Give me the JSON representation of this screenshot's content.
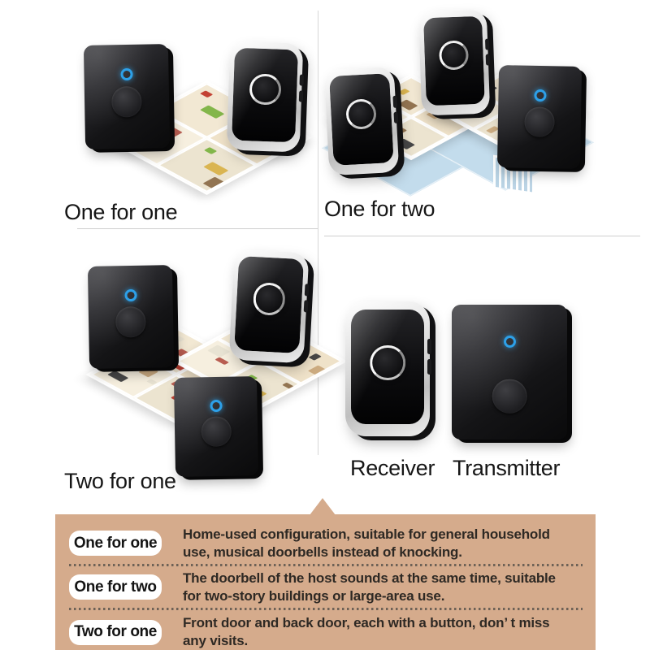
{
  "quadrants": {
    "one_for_one_label": "One for one",
    "one_for_two_label": "One for two",
    "two_for_one_label": "Two for one"
  },
  "devices": {
    "receiver_label": "Receiver",
    "transmitter_label": "Transmitter"
  },
  "info": {
    "rows": [
      {
        "tag": "One for one",
        "text": "Home-used configuration, suitable for general household use, musical doorbells instead of knocking."
      },
      {
        "tag": "One for two",
        "text": "The doorbell of the host sounds at the same time, suitable for two-story buildings or large-area use."
      },
      {
        "tag": "Two for one",
        "text": "Front door and back door, each with a button, don’ t miss any visits."
      }
    ]
  },
  "colors": {
    "callout_tan": "#d5ab8c",
    "led_blue": "#2da0e8",
    "platform_blue": "#c3dcec",
    "divider_gray": "#d7d7d7"
  }
}
